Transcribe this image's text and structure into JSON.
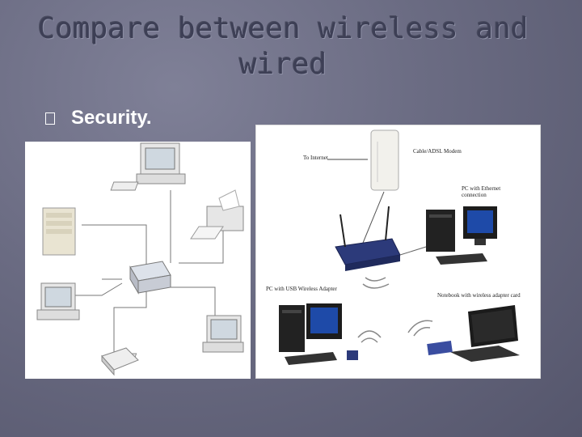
{
  "slide": {
    "title": "Compare between wireless and wired",
    "bullet": "Security."
  },
  "wireless_diagram": {
    "labels": {
      "internet": "To Internet",
      "modem": "Cable/ADSL Modem",
      "pc_ethernet": "PC with Ethernet connection",
      "pc_usb": "PC with USB Wireless Adapter",
      "notebook": "Notebook with wireless adapter card"
    }
  },
  "colors": {
    "background": "#6a6b82",
    "title": "#3d3f55",
    "bullet_text": "#ffffff"
  }
}
